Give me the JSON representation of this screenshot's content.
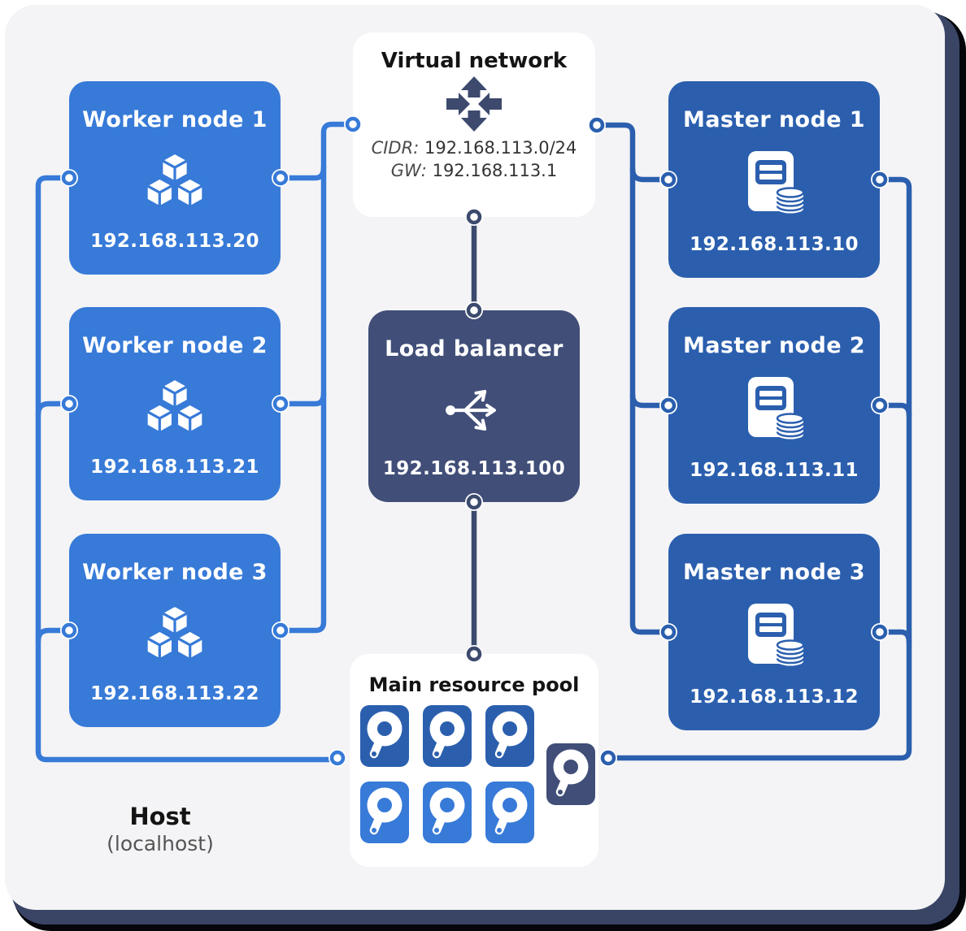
{
  "virtual_network": {
    "title": "Virtual network",
    "icon": "network-arrows-icon",
    "cidr_label": "CIDR:",
    "cidr_value": "192.168.113.0/24",
    "gw_label": "GW:",
    "gw_value": "192.168.113.1"
  },
  "load_balancer": {
    "title": "Load balancer",
    "icon": "load-balancer-icon",
    "ip": "192.168.113.100"
  },
  "worker_nodes": [
    {
      "title": "Worker node 1",
      "ip": "192.168.113.20",
      "icon": "cubes-icon"
    },
    {
      "title": "Worker node 2",
      "ip": "192.168.113.21",
      "icon": "cubes-icon"
    },
    {
      "title": "Worker node 3",
      "ip": "192.168.113.22",
      "icon": "cubes-icon"
    }
  ],
  "master_nodes": [
    {
      "title": "Master node 1",
      "ip": "192.168.113.10",
      "icon": "server-database-icon"
    },
    {
      "title": "Master node 2",
      "ip": "192.168.113.11",
      "icon": "server-database-icon"
    },
    {
      "title": "Master node 3",
      "ip": "192.168.113.12",
      "icon": "server-database-icon"
    }
  ],
  "resource_pool": {
    "title": "Main resource pool",
    "disk_count": 7,
    "icon": "hard-disk-icon"
  },
  "host": {
    "title": "Host",
    "subtitle": "(localhost)"
  },
  "colors": {
    "worker_blue": "#377ad8",
    "master_blue": "#2b5fae",
    "balancer_navy": "#404e78",
    "line_navy": "#3c4a6e",
    "card_bg": "#f4f4f6",
    "shadow_navy": "#3a4566"
  }
}
